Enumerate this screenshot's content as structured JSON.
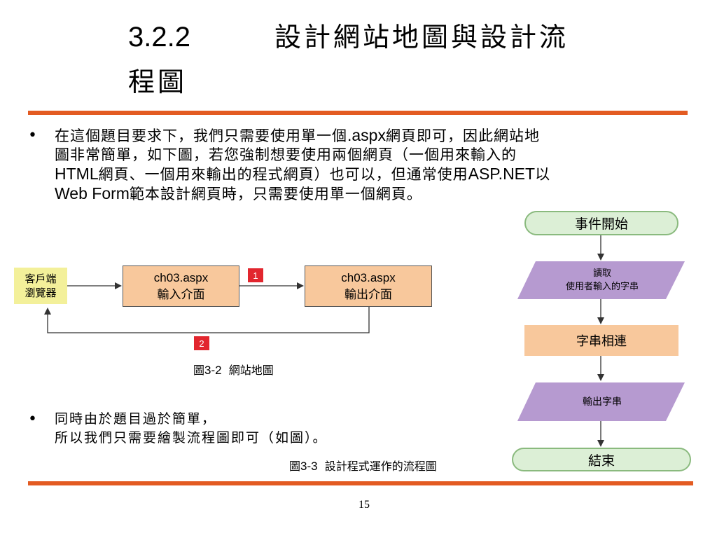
{
  "slide": {
    "section_number": "3.2.2",
    "title_part1": "設計網站地圖與設計流",
    "title_part2": "程圖",
    "bullet_symbol": "•",
    "bullet1": {
      "l1a": "在這個題目要求下，我們只需要使用單一個",
      "l1b": ".aspx",
      "l1c": "網頁即可，因此網站地",
      "l2": "圖非常簡單，如下圖，若您強制想要使用兩個網頁（一個用來輸入的",
      "l3a": "HTML",
      "l3b": "網頁、一個用來輸出的程式網頁）也可以，但通常使用",
      "l3c": "ASP.NET",
      "l3d": "以",
      "l4a": "Web Form",
      "l4b": "範本設計網頁時，只需要使用單一個網頁。"
    },
    "bullet2": {
      "l1": "同時由於題目過於簡單，",
      "l2": "所以我們只需要繪製流程圖即可（如圖）。"
    },
    "page_number": "15"
  },
  "sitemap": {
    "client_line1": "客戶端",
    "client_line2": "瀏覽器",
    "page1_name": "ch03.aspx",
    "page1_label": "輸入介面",
    "page2_name": "ch03.aspx",
    "page2_label": "輸出介面",
    "badge1": "1",
    "badge2": "2",
    "caption_prefix": "圖",
    "caption_num": "3-2",
    "caption_text": "網站地圖"
  },
  "flowchart": {
    "start": "事件開始",
    "read_line1": "讀取",
    "read_line2": "使用者輸入的字串",
    "concat": "字串相連",
    "output": "輸出字串",
    "end": "結束",
    "caption_prefix": "圖",
    "caption_num": "3-3",
    "caption_text": "設計程式運作的流程圖"
  },
  "colors": {
    "accent_rule": "#e35b22",
    "client_box": "#f3f09a",
    "page_box": "#f8c89c",
    "badge": "#e2262e",
    "terminal": "#dcefd6",
    "terminal_border": "#8aba7e",
    "io_shape": "#b69ad0",
    "process": "#f8c89c"
  },
  "icons": {
    "bullet": "bullet-dot-icon",
    "arrow": "arrow-right-icon"
  }
}
